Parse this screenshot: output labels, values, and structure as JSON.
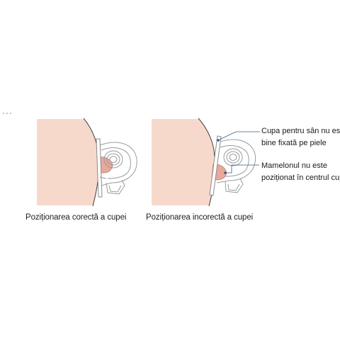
{
  "colors": {
    "skin": "#f7d9cc",
    "nipple": "#e8a89a",
    "outline": "#3a3a3a",
    "device": "#9a9a9a",
    "leader": "#2f5d8a"
  },
  "panels": {
    "correct": {
      "caption": "Poziționarea corectă a cupei"
    },
    "incorrect": {
      "caption": "Poziționarea incorectă a cupei"
    }
  },
  "callouts": {
    "cup_not_fixed": {
      "line1": "Cupa pentru sân nu este",
      "line2": "bine fixată pe piele"
    },
    "nipple_not_centered": {
      "line1": "Mamelonul nu este",
      "line2": "poziționat în centrul cupei"
    }
  }
}
